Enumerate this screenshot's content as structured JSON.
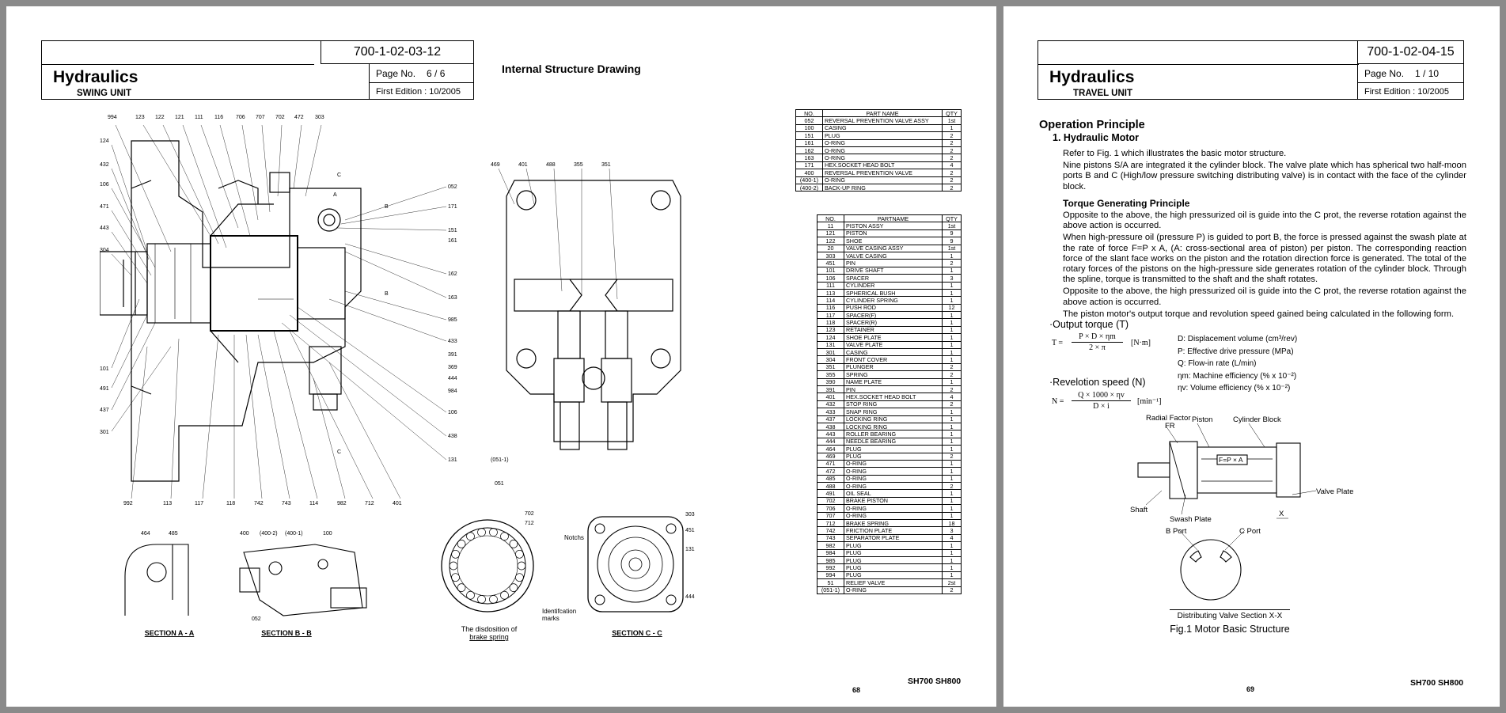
{
  "page1": {
    "doc_code": "700-1-02-03-12",
    "section_title": "Hydraulics",
    "subtitle": "SWING UNIT",
    "page_label": "Page No.",
    "page_value": "6 /  6",
    "edition": "First Edition  : 10/2005",
    "drawing_title": "Internal Structure Drawing",
    "captions": {
      "section_aa": "SECTION  A - A",
      "section_bb": "SECTION  B - B",
      "brake_spring_1": "The disdosition of",
      "brake_spring_2": "brake spring",
      "section_cc": "SECTION  C - C",
      "notchs": "Notchs",
      "ident_1": "Identifcation",
      "ident_2": "marks"
    },
    "table1_header": [
      "NO.",
      "PART NAME",
      "QTY"
    ],
    "table1_rows": [
      [
        "052",
        "REVERSAL   PREVENTION   VALVE ASSY",
        "1st"
      ],
      [
        "100",
        "CASING",
        "1"
      ],
      [
        "151",
        "PLUG",
        "2"
      ],
      [
        "161",
        "O-RING",
        "2"
      ],
      [
        "162",
        "O-RING",
        "2"
      ],
      [
        "163",
        "O-RING",
        "2"
      ],
      [
        "171",
        "HEX.SOCKET HEAD BOLT",
        "4"
      ],
      [
        "400",
        "REVERSAL PREVENTION VALVE",
        "2"
      ],
      [
        "(400-1)",
        "O-RING",
        "2"
      ],
      [
        "(400-2)",
        "BACK-UP RING",
        "2"
      ]
    ],
    "table2_header": [
      "NO.",
      "PARTNAME",
      "QTY"
    ],
    "table2_rows": [
      [
        "11",
        "PISTON ASSY",
        "1st"
      ],
      [
        "121",
        "PISTON",
        "9"
      ],
      [
        "122",
        "SHOE",
        "9"
      ],
      [
        "20",
        "VALVE CASING ASSY",
        "1st"
      ],
      [
        "303",
        "VALVE CASING",
        "1"
      ],
      [
        "451",
        "PIN",
        "2"
      ],
      [
        "101",
        "DRIVE SHAFT",
        "1"
      ],
      [
        "106",
        "SPACER",
        "3"
      ],
      [
        "111",
        "CYLINDER",
        "1"
      ],
      [
        "113",
        "SPHERICAL BUSH",
        "1"
      ],
      [
        "114",
        "CYLINDER SPRING",
        "1"
      ],
      [
        "116",
        "PUSH ROD",
        "12"
      ],
      [
        "117",
        "SPACER(F)",
        "1"
      ],
      [
        "118",
        "SPACER(R)",
        "1"
      ],
      [
        "123",
        "RETAINER",
        "1"
      ],
      [
        "124",
        "SHOE PLATE",
        "1"
      ],
      [
        "131",
        "VALVE PLATE",
        "1"
      ],
      [
        "301",
        "CASING",
        "1"
      ],
      [
        "304",
        "FRONT COVER",
        "1"
      ],
      [
        "351",
        "PLUNGER",
        "2"
      ],
      [
        "355",
        "SPRING",
        "2"
      ],
      [
        "390",
        "NAME PLATE",
        "1"
      ],
      [
        "391",
        "PIN",
        "2"
      ],
      [
        "401",
        "HEX.SOCKET HEAD BOLT",
        "4"
      ],
      [
        "432",
        "STOP RING",
        "2"
      ],
      [
        "433",
        "SNAP RING",
        "1"
      ],
      [
        "437",
        "LOCKING RING",
        "1"
      ],
      [
        "438",
        "LOCKING RING",
        "1"
      ],
      [
        "443",
        "ROLLER BEARING",
        "1"
      ],
      [
        "444",
        "NEEDLE BEARING",
        "1"
      ],
      [
        "464",
        "PLUG",
        "1"
      ],
      [
        "469",
        "PLUG",
        "2"
      ],
      [
        "471",
        "O-RING",
        "1"
      ],
      [
        "472",
        "O-RING",
        "1"
      ],
      [
        "485",
        "O-RING",
        "1"
      ],
      [
        "488",
        "O-RING",
        "2"
      ],
      [
        "491",
        "OIL SEAL",
        "1"
      ],
      [
        "702",
        "BRAKE PISTON",
        "1"
      ],
      [
        "706",
        "O-RING",
        "1"
      ],
      [
        "707",
        "O-RING",
        "1"
      ],
      [
        "712",
        "BRAKE SPRING",
        "18"
      ],
      [
        "742",
        "FRICTION PLATE",
        "3"
      ],
      [
        "743",
        "SEPARATOR PLATE",
        "4"
      ],
      [
        "982",
        "PLUG",
        "1"
      ],
      [
        "984",
        "PLUG",
        "1"
      ],
      [
        "985",
        "PLUG",
        "1"
      ],
      [
        "992",
        "PLUG",
        "1"
      ],
      [
        "994",
        "PLUG",
        "1"
      ],
      [
        "51",
        "RELIEF VALVE",
        "2st"
      ],
      [
        "(051-1)",
        "O-RING",
        "2"
      ]
    ],
    "footer_model": "SH700 SH800",
    "page_number": "68"
  },
  "page2": {
    "doc_code": "700-1-02-04-15",
    "section_title": "Hydraulics",
    "subtitle": "TRAVEL UNIT",
    "page_label": "Page No.",
    "page_value": "1 / 10",
    "edition": "First Edition  : 10/2005",
    "heading": "Operation Principle",
    "subheading": "1. Hydraulic Motor",
    "para1": "Refer to Fig. 1 which illustrates the basic motor structure.",
    "para2": "Nine pistons S/A are integrated it the cylinder block. The valve plate which has spherical two half-moon ports B and C (High/low pressure switching distributing valve) is in contact with the face of the cylinder block.",
    "torque_heading": "Torque Generating Principle",
    "para3": "Opposite to the above, the high pressurized oil is guide into the C prot, the reverse rotation against the above action is occurred.",
    "para4": "When high-pressure oil (pressure P) is guided to port B, the force is pressed against the swash plate at the rate of force F=P x A, (A: cross-sectional area of piston) per piston. The corresponding reaction force of the slant face works on the piston and the rotation direction force is generated. The total of the rotary forces of the pistons on the high-pressure side generates rotation of the cylinder block. Through the spline, torque is transmitted to the shaft and the shaft rotates.",
    "para5": "Opposite to the above, the high pressurized oil is guide into the C prot, the reverse rotation against the above action is occurred.",
    "para6": "The piston motor's output torque and revolution speed gained being calculated in the following form.",
    "output_torque_label": "·Output torque (T)",
    "torque_formula_num": "P × D × ηm",
    "torque_formula_den": "2 × π",
    "torque_unit": "[N·m]",
    "rev_speed_label": "·Revelotion speed (N)",
    "speed_formula_num": "Q × 1000 × ηv",
    "speed_formula_den": "D × i",
    "speed_unit": "[min⁻¹]",
    "defs": [
      "D: Displacement volume (cm³/rev)",
      "P: Effective drive pressure (MPa)",
      "Q: Flow-in rate (L/min)",
      "ηm: Machine efficiency (% x 10⁻²)",
      "ηv: Volume efficiency (% x 10⁻²)"
    ],
    "fig_labels": {
      "radial_factor": "Radial Factor",
      "fr": "FR",
      "piston": "Piston",
      "cylinder_block": "Cylinder Block",
      "force": "F=P × A",
      "valve_plate": "Valve Plate",
      "shaft": "Shaft",
      "swash_plate": "Swash Plate",
      "b_port": "B Port",
      "c_port": "C Port",
      "x": "X",
      "section": "Distributing Valve Section X-X"
    },
    "fig_caption": "Fig.1 Motor Basic Structure",
    "footer_model": "SH700 SH800",
    "page_number": "69"
  }
}
